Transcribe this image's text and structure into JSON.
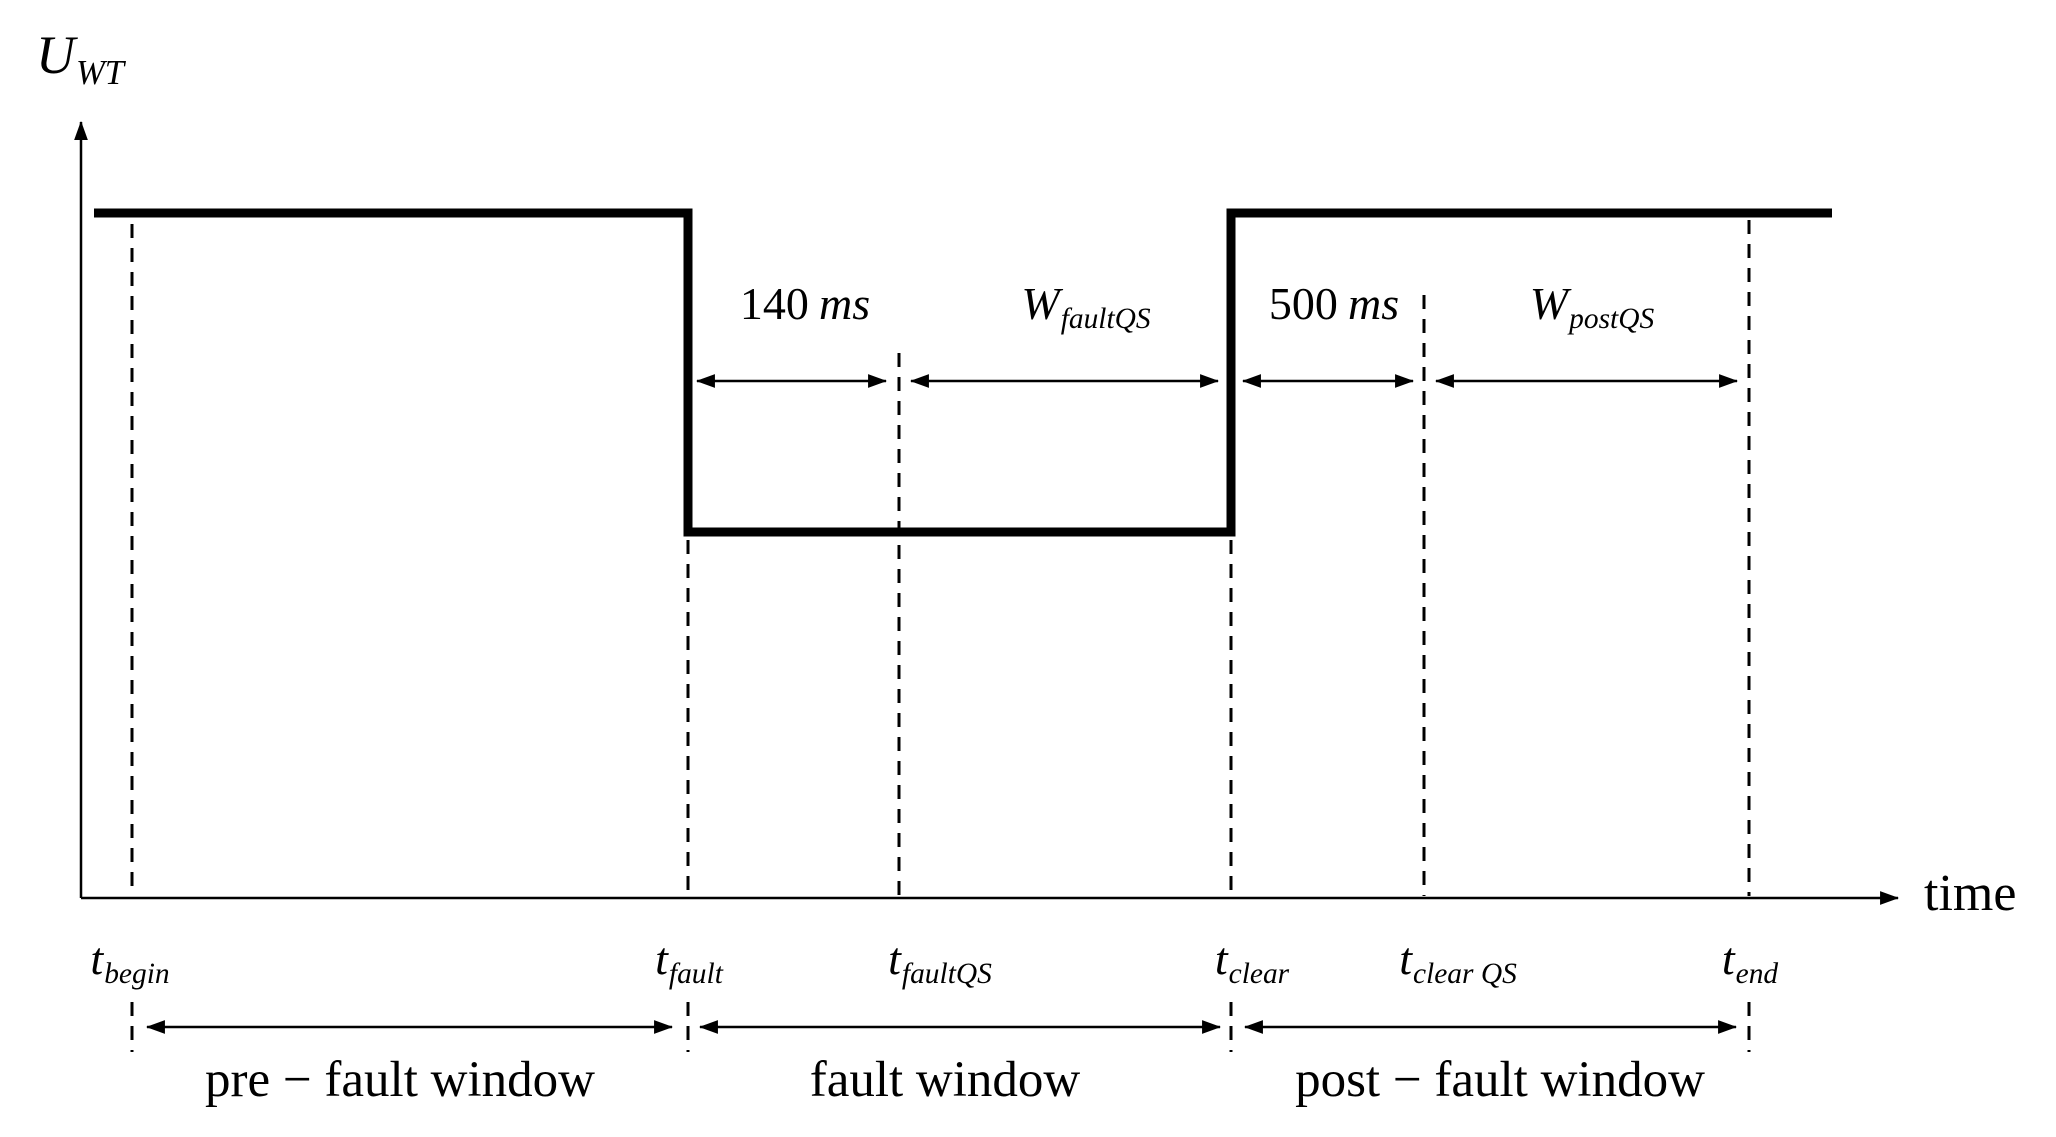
{
  "figure": {
    "y_axis_label": {
      "base": "U",
      "sub": "WT"
    },
    "x_axis_label": "time",
    "line_color": "#000000",
    "background": "#ffffff"
  },
  "signal": {
    "description": "step waveform: high level, drops to low level at t_fault, returns to high level at t_clear",
    "color": "#000000"
  },
  "upper_annotations": {
    "fault_delay": {
      "value": "140",
      "unit": "ms"
    },
    "fault_qs_window": {
      "base": "W",
      "sub": "faultQS"
    },
    "clear_delay": {
      "value": "500",
      "unit": "ms"
    },
    "post_qs_window": {
      "base": "W",
      "sub": "postQS"
    }
  },
  "time_markers": [
    {
      "base": "t",
      "sub": "begin"
    },
    {
      "base": "t",
      "sub": "fault"
    },
    {
      "base": "t",
      "sub": "faultQS"
    },
    {
      "base": "t",
      "sub": "clear"
    },
    {
      "base": "t",
      "sub": "clear QS"
    },
    {
      "base": "t",
      "sub": "end"
    }
  ],
  "window_labels": [
    "pre − fault window",
    "fault window",
    "post − fault window"
  ]
}
